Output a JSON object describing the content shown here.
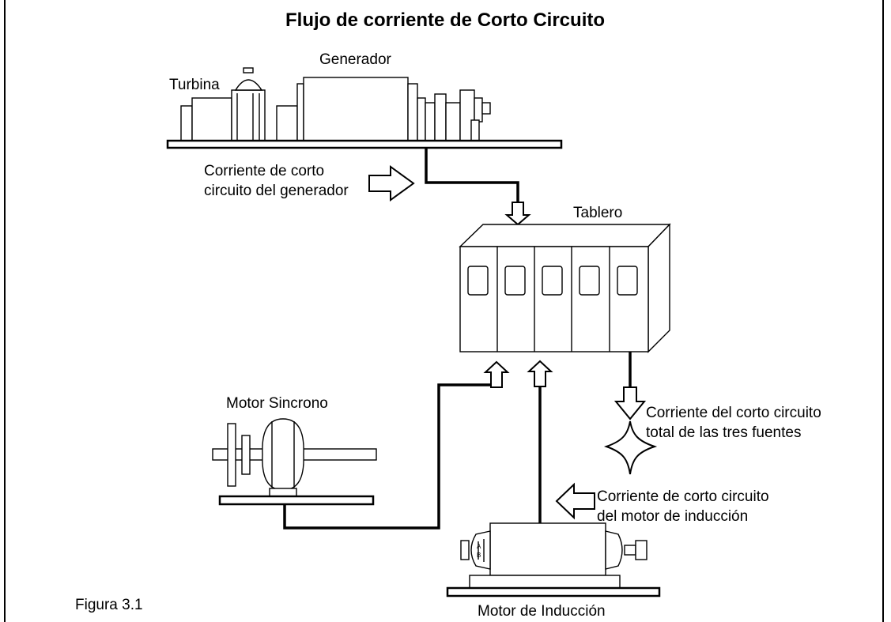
{
  "title": "Flujo de corriente de Corto Circuito",
  "labels": {
    "turbina": "Turbina",
    "generador": "Generador",
    "gen_current_line1": "Corriente de corto",
    "gen_current_line2": "circuito del generador",
    "tablero": "Tablero",
    "motor_sincrono": "Motor Sincrono",
    "total_current_line1": "Corriente del corto circuito",
    "total_current_line2": "total de las tres fuentes",
    "induction_current_line1": "Corriente de corto circuito",
    "induction_current_line2": "del motor de inducción",
    "motor_induccion": "Motor de Inducción",
    "figura": "Figura 3.1"
  }
}
